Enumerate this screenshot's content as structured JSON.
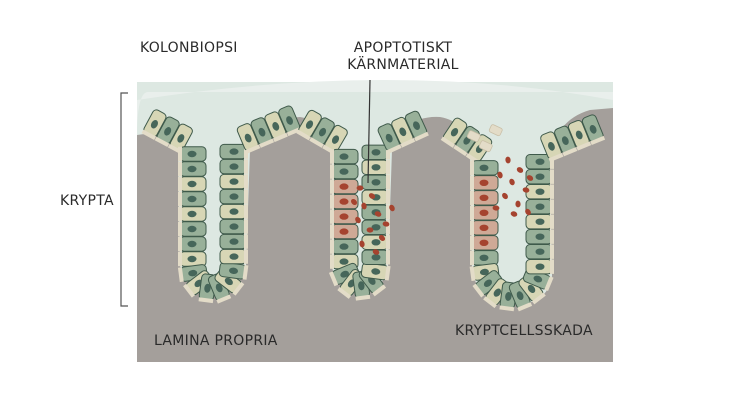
{
  "labels": {
    "title": "KOLONBIOPSI",
    "apoptotic_line1": "APOPTOTISKT",
    "apoptotic_line2": "KÄRNMATERIAL",
    "crypt": "KRYPTA",
    "lamina": "LAMINA PROPRIA",
    "damage": "KRYPTCELLSSKADA"
  },
  "colors": {
    "stroma": "#a49f9b",
    "lumen": "#dde8e2",
    "membrane": "#e3dcc8",
    "cell_green": "#98b099",
    "cell_cream": "#d7d6b5",
    "cell_pink": "#cfa996",
    "nucleus": "#46665a",
    "apoptotic": "#a5432f",
    "outline": "#3f5a4b",
    "text": "#2a2a2a"
  }
}
